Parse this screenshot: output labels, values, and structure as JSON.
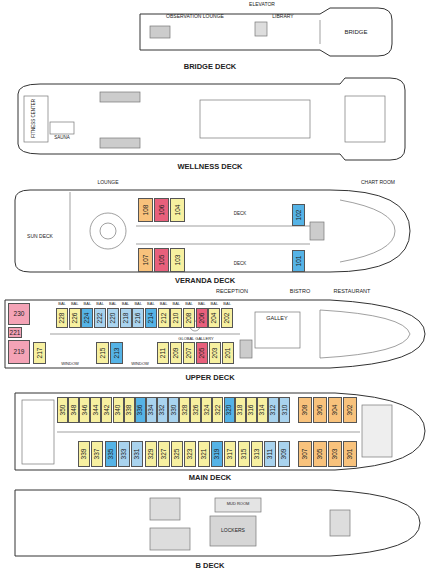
{
  "diagram": {
    "nodes": [
      {
        "text": [
          "108"
        ]
      },
      {
        "text": [
          "106"
        ]
      },
      {
        "text": [
          "104"
        ]
      },
      {
        "text": [
          "107"
        ]
      },
      {
        "text": [
          "105"
        ]
      },
      {
        "text": [
          "103"
        ]
      },
      {
        "text": [
          "102"
        ]
      },
      {
        "text": [
          "101"
        ]
      },
      {
        "text": [
          "230"
        ]
      },
      {
        "text": [
          "228"
        ]
      },
      {
        "text": [
          "226"
        ]
      },
      {
        "text": [
          "224"
        ]
      },
      {
        "text": [
          "222"
        ]
      },
      {
        "text": [
          "220"
        ]
      },
      {
        "text": [
          "218"
        ]
      },
      {
        "text": [
          "216"
        ]
      },
      {
        "text": [
          "214"
        ]
      },
      {
        "text": [
          "212"
        ]
      },
      {
        "text": [
          "210"
        ]
      },
      {
        "text": [
          "208"
        ]
      },
      {
        "text": [
          "206"
        ]
      },
      {
        "text": [
          "204"
        ]
      },
      {
        "text": [
          "202"
        ]
      },
      {
        "text": [
          "221"
        ]
      },
      {
        "text": [
          "219"
        ]
      },
      {
        "text": [
          "217"
        ]
      },
      {
        "text": [
          "215"
        ]
      },
      {
        "text": [
          "213"
        ]
      },
      {
        "text": [
          "211"
        ]
      },
      {
        "text": [
          "209"
        ]
      },
      {
        "text": [
          "207"
        ]
      },
      {
        "text": [
          "205"
        ]
      },
      {
        "text": [
          "203"
        ]
      },
      {
        "text": [
          "201"
        ]
      },
      {
        "text": [
          "350"
        ]
      },
      {
        "text": [
          "348"
        ]
      },
      {
        "text": [
          "346"
        ]
      },
      {
        "text": [
          "344"
        ]
      },
      {
        "text": [
          "342"
        ]
      },
      {
        "text": [
          "340"
        ]
      },
      {
        "text": [
          "338"
        ]
      },
      {
        "text": [
          "336"
        ]
      },
      {
        "text": [
          "334"
        ]
      },
      {
        "text": [
          "332"
        ]
      },
      {
        "text": [
          "330"
        ]
      },
      {
        "text": [
          "328"
        ]
      },
      {
        "text": [
          "326"
        ]
      },
      {
        "text": [
          "324"
        ]
      },
      {
        "text": [
          "322"
        ]
      },
      {
        "text": [
          "320"
        ]
      },
      {
        "text": [
          "318"
        ]
      },
      {
        "text": [
          "316"
        ]
      },
      {
        "text": [
          "314"
        ]
      },
      {
        "text": [
          "312"
        ]
      },
      {
        "text": [
          "310"
        ]
      },
      {
        "text": [
          "308"
        ]
      },
      {
        "text": [
          "306"
        ]
      },
      {
        "text": [
          "304"
        ]
      },
      {
        "text": [
          "302"
        ]
      },
      {
        "text": [
          "339"
        ]
      },
      {
        "text": [
          "337"
        ]
      },
      {
        "text": [
          "335"
        ]
      },
      {
        "text": [
          "333"
        ]
      },
      {
        "text": [
          "331"
        ]
      },
      {
        "text": [
          "329"
        ]
      },
      {
        "text": [
          "327"
        ]
      },
      {
        "text": [
          "325"
        ]
      },
      {
        "text": [
          "323"
        ]
      },
      {
        "text": [
          "321"
        ]
      },
      {
        "text": [
          "319"
        ]
      },
      {
        "text": [
          "317"
        ]
      },
      {
        "text": [
          "315"
        ]
      },
      {
        "text": [
          "313"
        ]
      },
      {
        "text": [
          "311"
        ]
      },
      {
        "text": [
          "309"
        ]
      },
      {
        "text": [
          "307"
        ]
      },
      {
        "text": [
          "305"
        ]
      },
      {
        "text": [
          "303"
        ]
      },
      {
        "text": [
          "301"
        ]
      }
    ],
    "labels": [
      "ELEVATOR",
      "OBSERVATION LOUNGE",
      "LIBRARY",
      "BRIDGE",
      "BRIDGE DECK",
      "FITNESS CENTER",
      "SAUNA",
      "WELLNESS DECK",
      "LOUNGE",
      "SUN DECK",
      "DECK",
      "DECK",
      "CHART ROOM",
      "VERANDA DECK",
      "RECEPTION",
      "BISTRO",
      "RESTAURANT",
      "GALLEY",
      "GLOBAL GALLERY",
      "BAL",
      "BAL",
      "BAL",
      "BAL",
      "BAL",
      "BAL",
      "BAL",
      "BAL",
      "BAL",
      "BAL",
      "BAL",
      "BAL",
      "BAL",
      "BAL",
      "WINDOW",
      "WINDOW",
      "UPPER DECK",
      "MAIN DECK",
      "MUD ROOM",
      "LOCKERS",
      "B DECK"
    ]
  }
}
